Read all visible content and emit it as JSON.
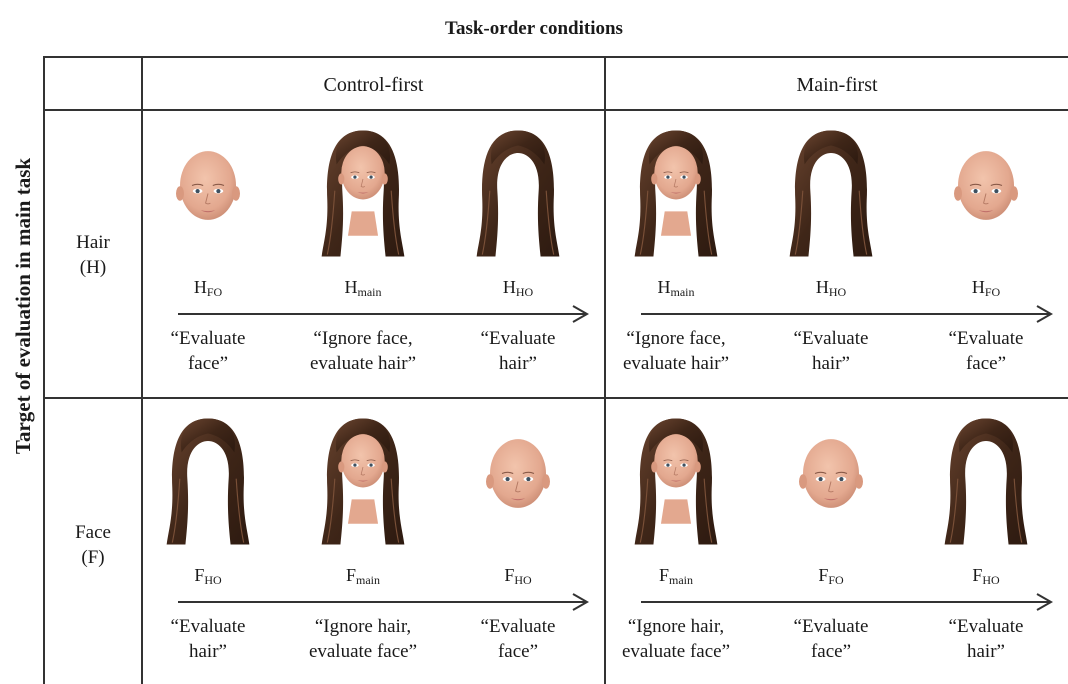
{
  "title": "Task-order conditions",
  "y_axis_label": "Target of evaluation in main task",
  "columns": [
    "Control-first",
    "Main-first"
  ],
  "rows": [
    {
      "label_line1": "Hair",
      "label_line2": "(H)",
      "conditions": [
        {
          "items": [
            {
              "image": "face-only-icon",
              "letter": "H",
              "sub": "FO",
              "quote_line1": "“Evaluate",
              "quote_line2": "face”"
            },
            {
              "image": "face-with-hair-icon",
              "letter": "H",
              "sub": "main",
              "quote_line1": "“Ignore face,",
              "quote_line2": "evaluate hair”"
            },
            {
              "image": "hair-only-icon",
              "letter": "H",
              "sub": "HO",
              "quote_line1": "“Evaluate",
              "quote_line2": "hair”"
            }
          ]
        },
        {
          "items": [
            {
              "image": "face-with-hair-icon",
              "letter": "H",
              "sub": "main",
              "quote_line1": "“Ignore face,",
              "quote_line2": "evaluate hair”"
            },
            {
              "image": "hair-only-icon",
              "letter": "H",
              "sub": "HO",
              "quote_line1": "“Evaluate",
              "quote_line2": "hair”"
            },
            {
              "image": "face-only-icon",
              "letter": "H",
              "sub": "FO",
              "quote_line1": "“Evaluate",
              "quote_line2": "face”"
            }
          ]
        }
      ]
    },
    {
      "label_line1": "Face",
      "label_line2": "(F)",
      "conditions": [
        {
          "items": [
            {
              "image": "hair-only-icon",
              "letter": "F",
              "sub": "HO",
              "quote_line1": "“Evaluate",
              "quote_line2": "hair”"
            },
            {
              "image": "face-with-hair-icon",
              "letter": "F",
              "sub": "main",
              "quote_line1": "“Ignore hair,",
              "quote_line2": "evaluate face”"
            },
            {
              "image": "face-only-icon",
              "letter": "F",
              "sub": "HO",
              "quote_line1": "“Evaluate",
              "quote_line2": "face”"
            }
          ]
        },
        {
          "items": [
            {
              "image": "face-with-hair-icon",
              "letter": "F",
              "sub": "main",
              "quote_line1": "“Ignore hair,",
              "quote_line2": "evaluate face”"
            },
            {
              "image": "face-only-icon",
              "letter": "F",
              "sub": "FO",
              "quote_line1": "“Evaluate",
              "quote_line2": "face”"
            },
            {
              "image": "hair-only-icon",
              "letter": "F",
              "sub": "HO",
              "quote_line1": "“Evaluate",
              "quote_line2": "hair”"
            }
          ]
        }
      ]
    }
  ],
  "colors": {
    "hair": "#4a2e1c",
    "hair_light": "#6b4530",
    "skin": "#e8b49a",
    "skin_shadow": "#d49a82",
    "lips": "#c0706a",
    "grid": "#333333"
  }
}
